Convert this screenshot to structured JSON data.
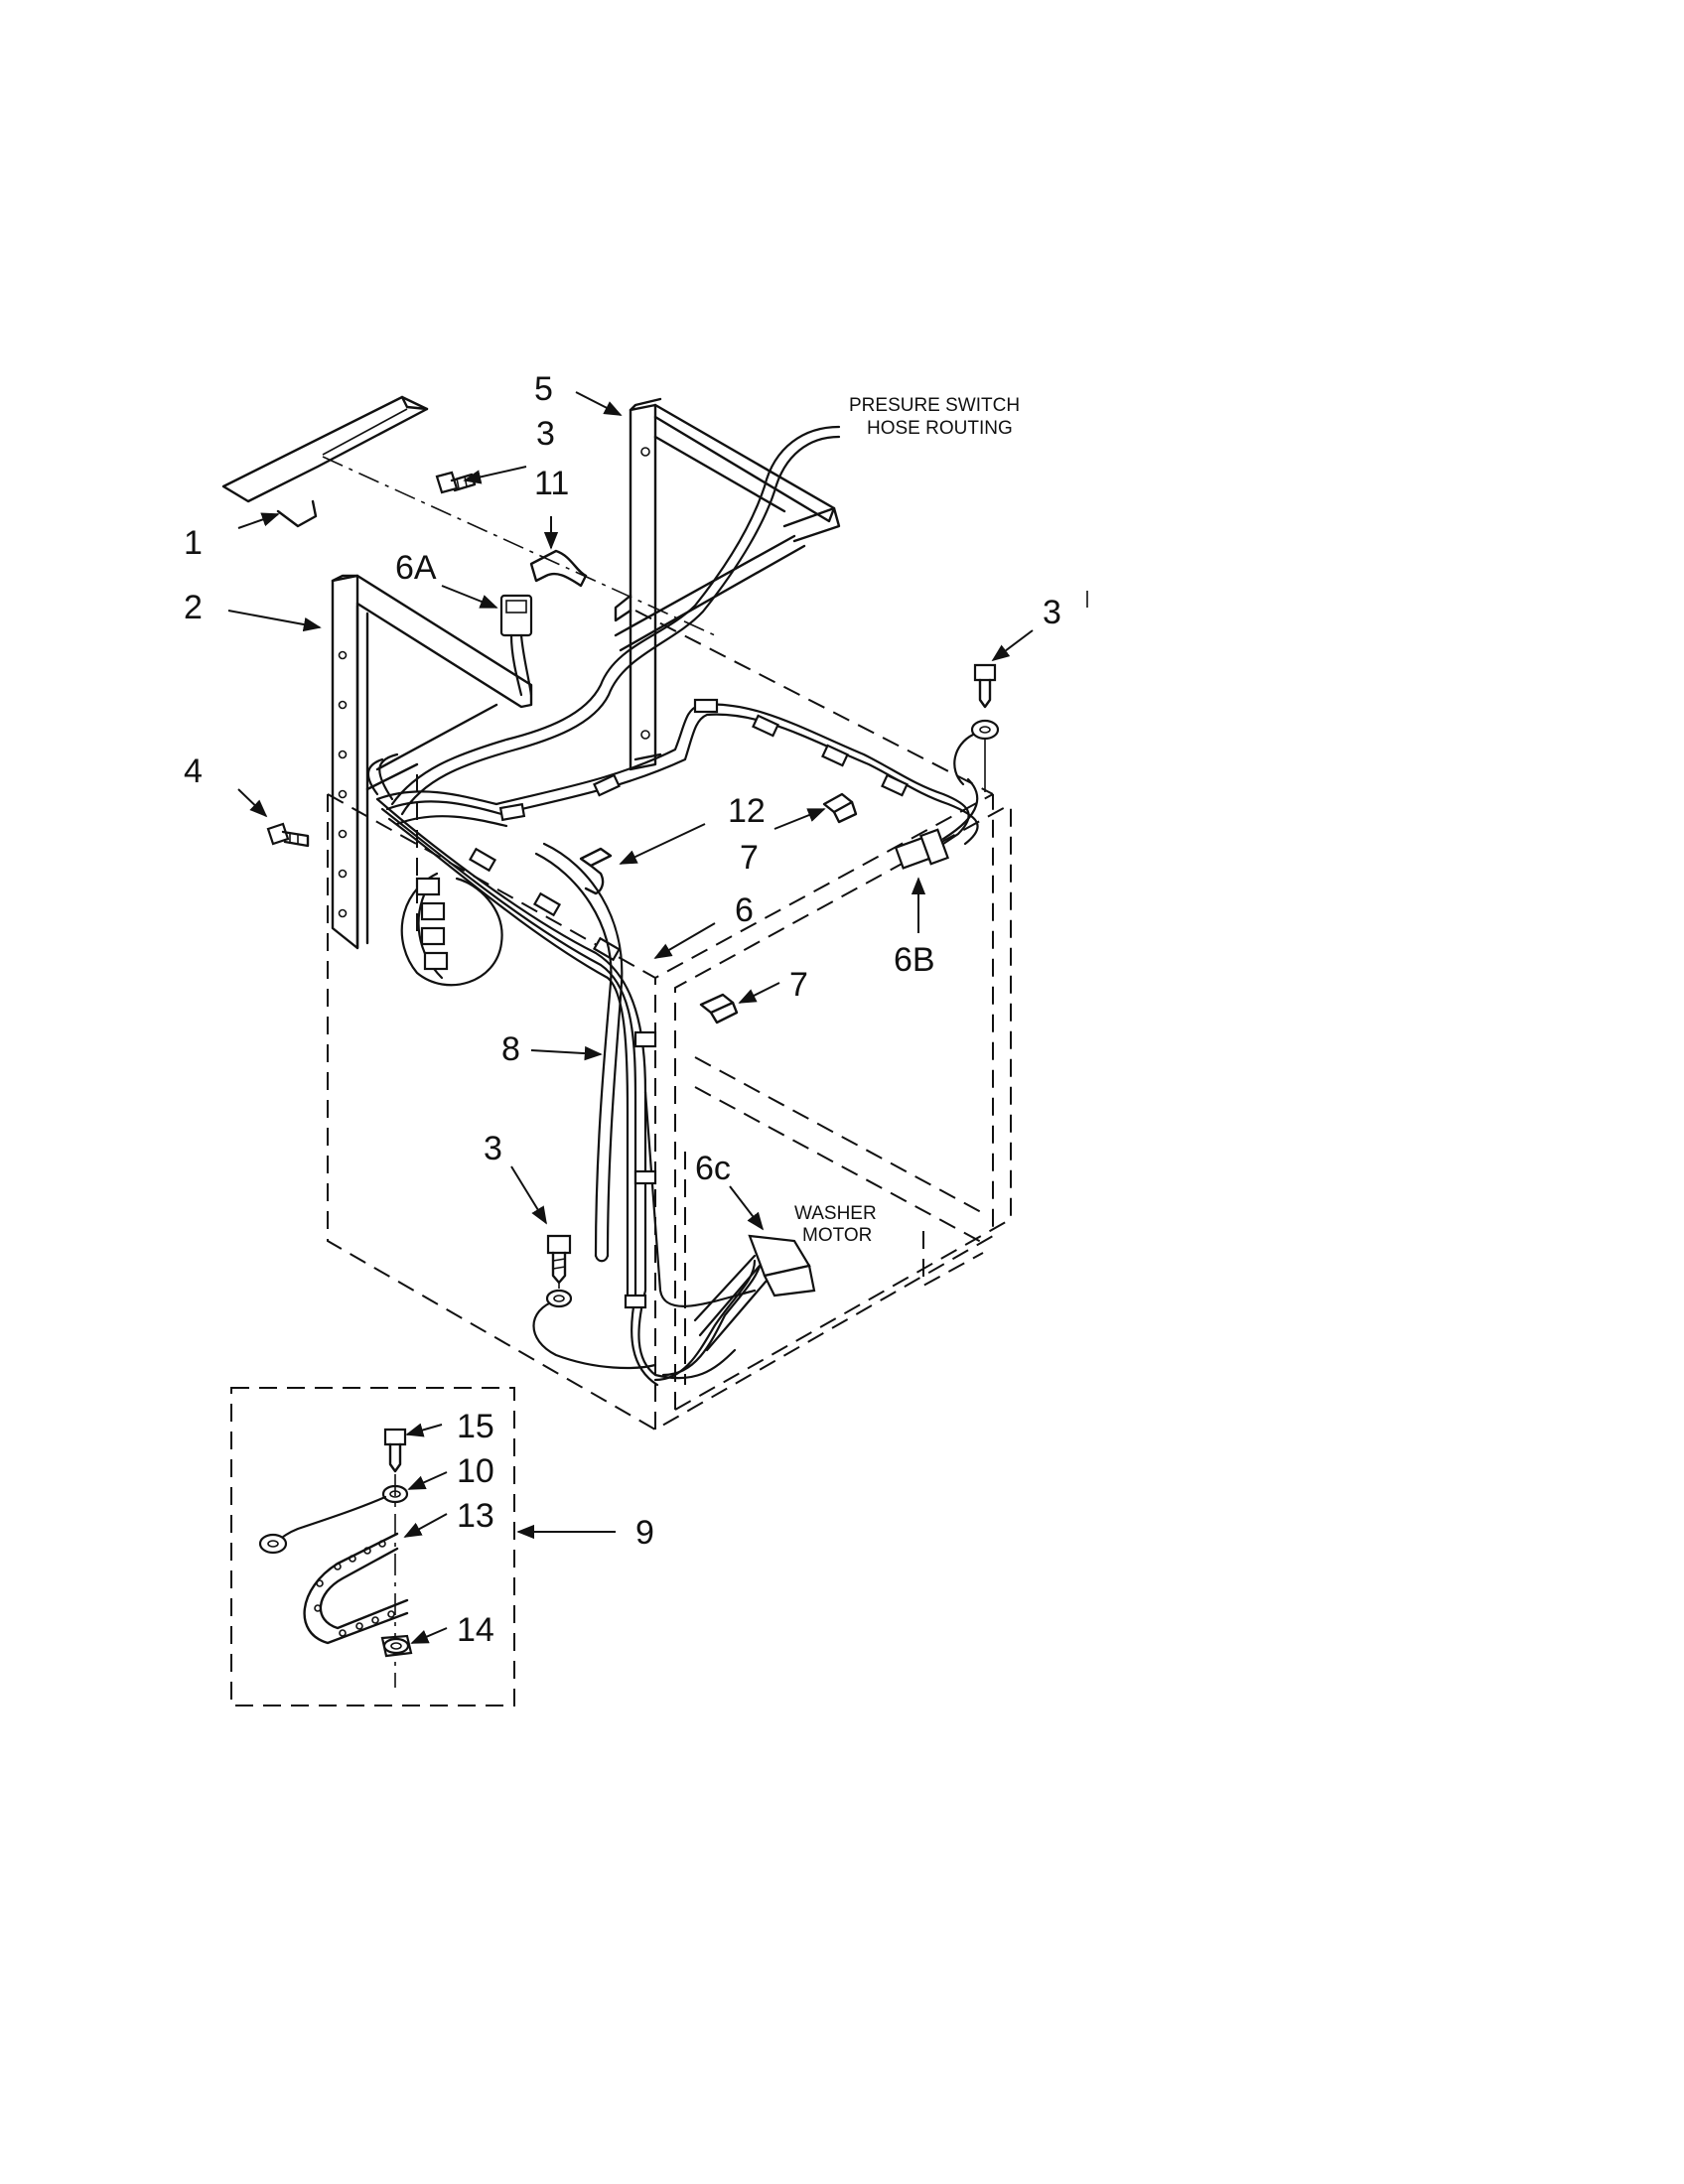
{
  "callouts": {
    "c1": "1",
    "c2": "2",
    "c3a": "3",
    "c3b": "3",
    "c3c": "3",
    "c4": "4",
    "c5": "5",
    "c6": "6",
    "c6a": "6A",
    "c6b": "6B",
    "c6c": "6c",
    "c7a": "7",
    "c7b": "7",
    "c8": "8",
    "c9": "9",
    "c10": "10",
    "c11": "11",
    "c12": "12",
    "c13": "13",
    "c14": "14",
    "c15": "15"
  },
  "notes": {
    "pressure_line1": "PRESURE SWITCH",
    "pressure_line2": "HOSE ROUTING",
    "washer_line1": "WASHER",
    "washer_line2": "MOTOR"
  }
}
